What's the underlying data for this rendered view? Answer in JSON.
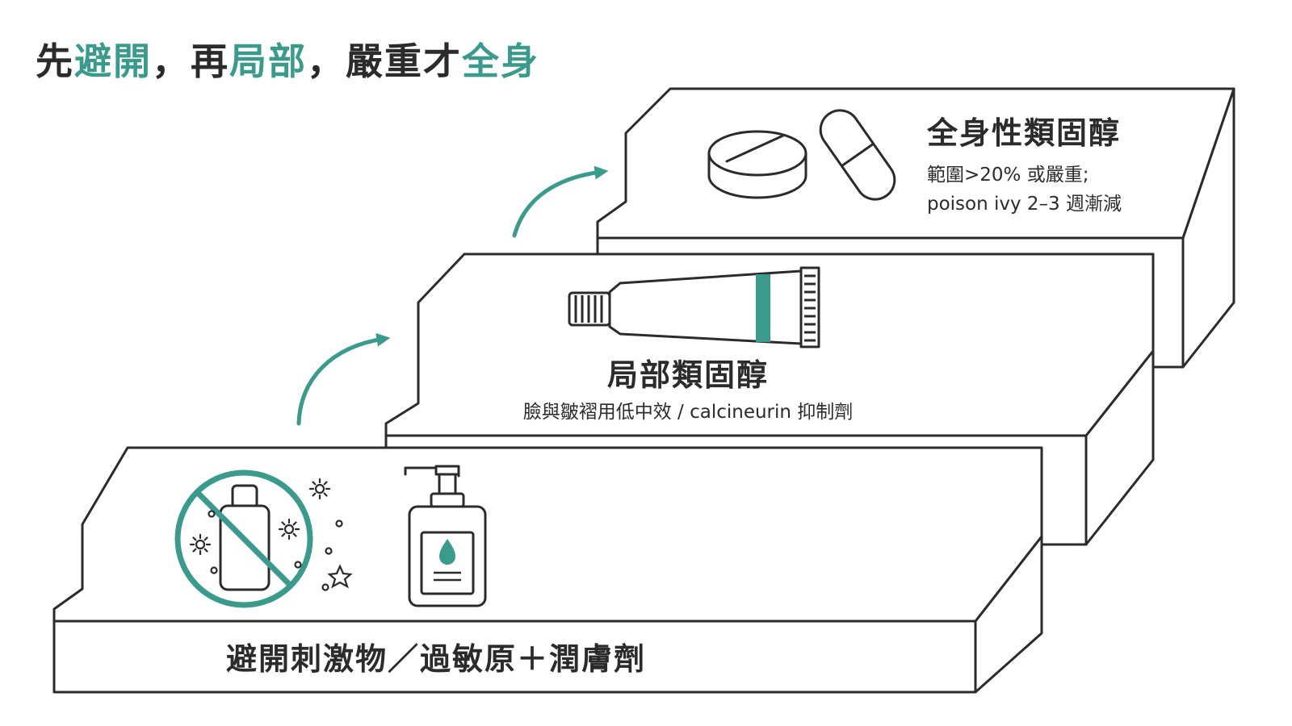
{
  "headline": {
    "parts": [
      "先",
      "避開",
      "，再",
      "局部",
      "，嚴重才",
      "全身"
    ]
  },
  "colors": {
    "accent": "#3a9a8c",
    "ink": "#2b2b2b",
    "background": "#ffffff"
  },
  "steps": [
    {
      "title": "避開刺激物／過敏原＋潤膚劑",
      "icons": [
        "no-irritant-bottle-icon",
        "allergen-particles-icon",
        "lotion-pump-bottle-icon"
      ]
    },
    {
      "title": "局部類固醇",
      "desc": "臉與皺褶用低中效 / calcineurin 抑制劑",
      "icons": [
        "ointment-tube-icon"
      ]
    },
    {
      "title": "全身性類固醇",
      "desc_lines": [
        "範圍>20% 或嚴重;",
        "poison ivy 2–3 週漸減"
      ],
      "icons": [
        "tablet-icon",
        "capsule-icon"
      ]
    }
  ]
}
